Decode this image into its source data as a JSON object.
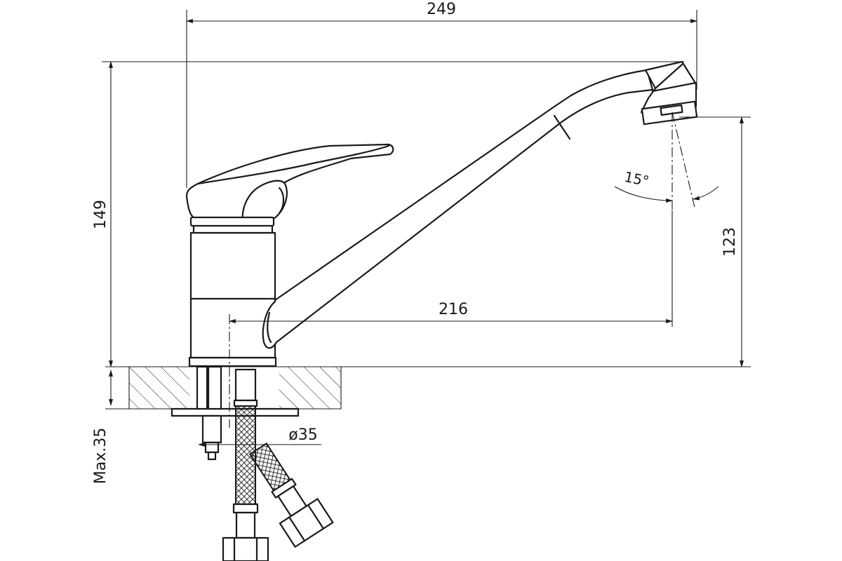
{
  "drawing": {
    "line_color": "#1a1a1a",
    "background": "#ffffff"
  },
  "dimensions": {
    "overall_width": "249",
    "overall_height": "149",
    "spout_height": "123",
    "spout_reach": "216",
    "swivel_angle": "15°",
    "hole_diameter": "ø35",
    "max_mount_thickness": "Max.35"
  }
}
